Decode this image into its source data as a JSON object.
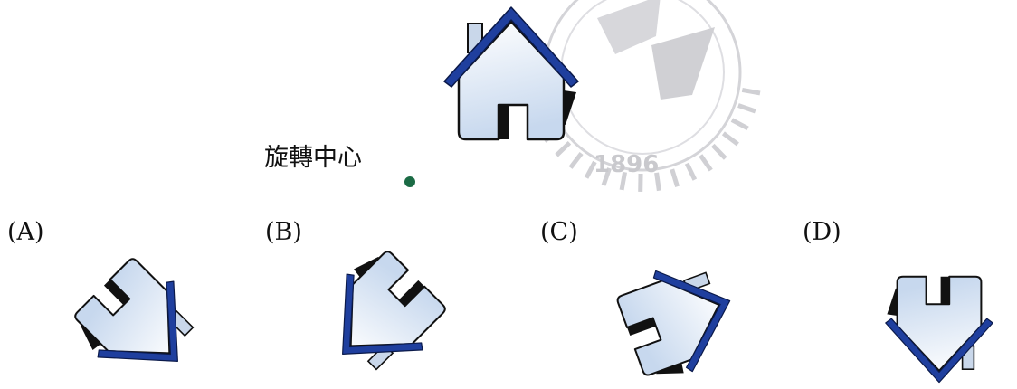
{
  "center_label": "旋轉中心",
  "watermark": {
    "year_text": "1896"
  },
  "options": [
    {
      "id": "A",
      "label": "(A)",
      "rotation_deg": 135
    },
    {
      "id": "B",
      "label": "(B)",
      "rotation_deg": -135
    },
    {
      "id": "C",
      "label": "(C)",
      "rotation_deg": 70
    },
    {
      "id": "D",
      "label": "(D)",
      "rotation_deg": 180
    }
  ],
  "colors": {
    "roof": "#1f3f9e",
    "body_top": "#ffffff",
    "body_bottom": "#c7d8ee",
    "outline": "#111111",
    "shadow": "#111111",
    "center_dot": "#1b6b45",
    "watermark": "#c9c9cd"
  }
}
